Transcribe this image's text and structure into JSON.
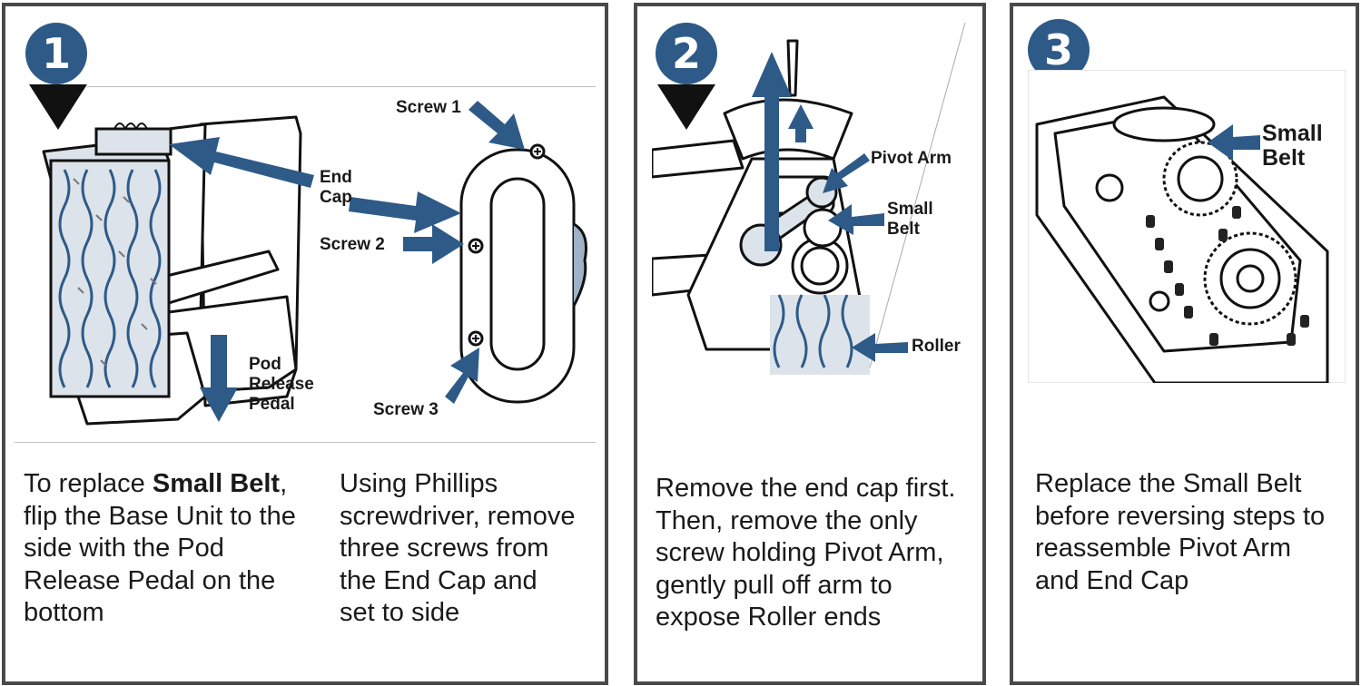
{
  "colors": {
    "accent": "#2e5a88",
    "frame": "#4a4a4a",
    "text": "#1a1a1a"
  },
  "steps": [
    {
      "number": "1",
      "labels": {
        "screw1": "Screw 1",
        "end_cap": "End Cap",
        "screw2": "Screw 2",
        "screw3": "Screw 3",
        "pod_release_pedal": "Pod Release Pedal"
      },
      "text_left": {
        "pre": "To replace ",
        "bold": "Small Belt",
        "post": ", flip the Base Unit to the side with the Pod Release Pedal on the bottom"
      },
      "text_right": "Using Phillips screwdriver, remove three screws from the End Cap and set to side"
    },
    {
      "number": "2",
      "labels": {
        "pivot_arm": "Pivot Arm",
        "small_belt": "Small Belt",
        "roller": "Roller"
      },
      "text": "Remove the end cap first. Then, remove the only screw holding Pivot Arm, gently pull off arm to expose Roller ends"
    },
    {
      "number": "3",
      "labels": {
        "small_belt": "Small Belt"
      },
      "text": "Replace the Small Belt before reversing steps to reassemble Pivot Arm and End Cap"
    }
  ]
}
